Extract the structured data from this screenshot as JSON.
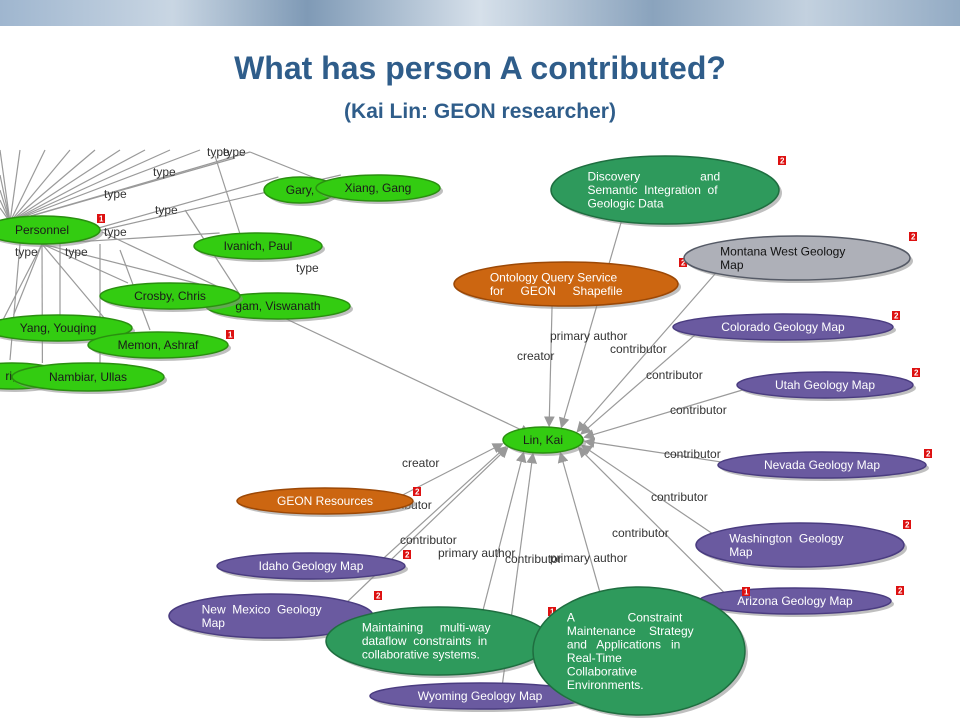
{
  "header": {
    "title": "What has person A contributed?",
    "subtitle": "(Kai Lin: GEON researcher)"
  },
  "colors": {
    "person_node": "#33cc11",
    "resource_node": "#2e9a5c",
    "map_node": "#6a5aa0",
    "service_node": "#cc6611",
    "highlight_node": "#aeb0b8",
    "badge": "#dd1111",
    "edge": "#9a9a9a",
    "title": "#2f5d8a"
  },
  "graph": {
    "center": {
      "label": "Lin, Kai"
    },
    "nodes": [
      {
        "id": "personnel",
        "label": "Personnel",
        "kind": "person",
        "badge": "1"
      },
      {
        "id": "gary",
        "label": "Gary,",
        "kind": "person"
      },
      {
        "id": "xiang",
        "label": "Xiang, Gang",
        "kind": "person"
      },
      {
        "id": "ivanich",
        "label": "Ivanich, Paul",
        "kind": "person"
      },
      {
        "id": "viswanath",
        "label": "gam, Viswanath",
        "kind": "person"
      },
      {
        "id": "crosby",
        "label": "Crosby, Chris",
        "kind": "person"
      },
      {
        "id": "yang",
        "label": "Yang, Youqing",
        "kind": "person"
      },
      {
        "id": "memon",
        "label": "Memon, Ashraf",
        "kind": "person",
        "badge": "1"
      },
      {
        "id": "ri",
        "label": "ri, ",
        "kind": "person"
      },
      {
        "id": "nambiar",
        "label": "Nambiar, Ullas",
        "kind": "person"
      },
      {
        "id": "discovery",
        "label": "Discovery and Semantic Integration of Geologic Data",
        "lines": [
          "Discovery                  and",
          "Semantic  Integration  of",
          "Geologic Data"
        ],
        "kind": "resource",
        "badge": "2"
      },
      {
        "id": "ontology",
        "label": "Ontology Query Service for GEON Shapefile",
        "lines": [
          "Ontology Query Service",
          "for     GEON     Shapefile"
        ],
        "kind": "service",
        "badge": "2"
      },
      {
        "id": "montana",
        "label": "Montana West Geology Map",
        "lines": [
          "Montana West Geology",
          "Map"
        ],
        "kind": "highlight",
        "badge": "2"
      },
      {
        "id": "colorado",
        "label": "Colorado Geology Map",
        "kind": "map",
        "badge": "2"
      },
      {
        "id": "utah",
        "label": "Utah Geology Map",
        "kind": "map",
        "badge": "2"
      },
      {
        "id": "nevada",
        "label": "Nevada Geology Map",
        "kind": "map",
        "badge": "2"
      },
      {
        "id": "washington",
        "label": "Washington Geology Map",
        "lines": [
          "Washington  Geology",
          "Map"
        ],
        "kind": "map",
        "badge": "2"
      },
      {
        "id": "arizona",
        "label": "Arizona Geology Map",
        "kind": "map",
        "badge": "2"
      },
      {
        "id": "geon_resources",
        "label": "GEON Resources",
        "kind": "service",
        "badge": "2"
      },
      {
        "id": "idaho",
        "label": "Idaho Geology Map",
        "kind": "map",
        "badge": "2"
      },
      {
        "id": "newmexico",
        "label": "New Mexico Geology Map",
        "lines": [
          "New  Mexico  Geology",
          "Map"
        ],
        "kind": "map",
        "badge": "2"
      },
      {
        "id": "wyoming",
        "label": "Wyoming Geology Map",
        "kind": "map",
        "badge": "1"
      },
      {
        "id": "maintaining",
        "label": "Maintaining multi-way dataflow constraints in collaborative systems.",
        "lines": [
          "Maintaining     multi-way",
          "dataflow  constraints  in",
          "collaborative systems."
        ],
        "kind": "resource",
        "badge": "1"
      },
      {
        "id": "constraint",
        "label": "A Constraint Maintenance Strategy and Applications in Real-Time Collaborative Environments.",
        "lines": [
          "A                Constraint",
          "Maintenance    Strategy",
          "and   Applications   in",
          "Real-Time",
          "Collaborative",
          "Environments."
        ],
        "kind": "resource"
      }
    ],
    "edge_labels": [
      "type",
      "type",
      "type",
      "type",
      "type",
      "type",
      "type",
      "type",
      "type",
      "creator",
      "primary author",
      "contributor",
      "contributor",
      "contributor",
      "contributor",
      "contributor",
      "contributor",
      "creator",
      "contributor",
      "contributor",
      "primary author",
      "contributor",
      "primary author"
    ]
  }
}
